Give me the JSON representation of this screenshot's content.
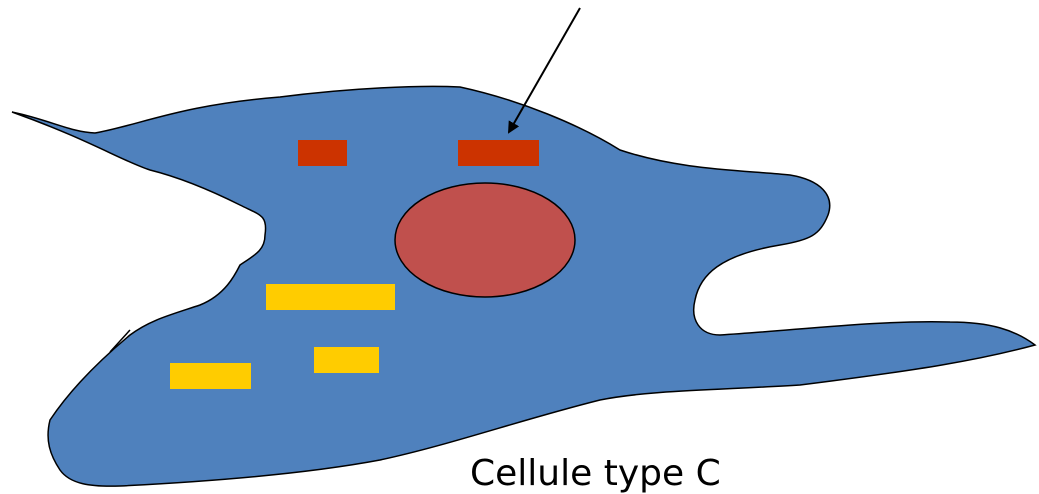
{
  "diagram": {
    "caption": "Cellule type C",
    "colors": {
      "cell_fill": "#4F81BD",
      "outline": "#000000",
      "nucleus": "#C0504D",
      "red_organelle": "#CC3300",
      "yellow_organelle": "#FFCC00",
      "background": "#FFFFFF"
    },
    "elements": [
      {
        "name": "cell-body",
        "kind": "cell"
      },
      {
        "name": "nucleus",
        "kind": "nucleus"
      },
      {
        "name": "red-organelle",
        "kind": "organelle",
        "color": "red"
      },
      {
        "name": "red-organelle",
        "kind": "organelle",
        "color": "red",
        "pointed_by_arrow": true
      },
      {
        "name": "yellow-organelle",
        "kind": "organelle",
        "color": "yellow"
      },
      {
        "name": "yellow-organelle",
        "kind": "organelle",
        "color": "yellow"
      },
      {
        "name": "yellow-organelle",
        "kind": "organelle",
        "color": "yellow"
      },
      {
        "name": "pointer-arrow",
        "kind": "arrow"
      }
    ]
  }
}
